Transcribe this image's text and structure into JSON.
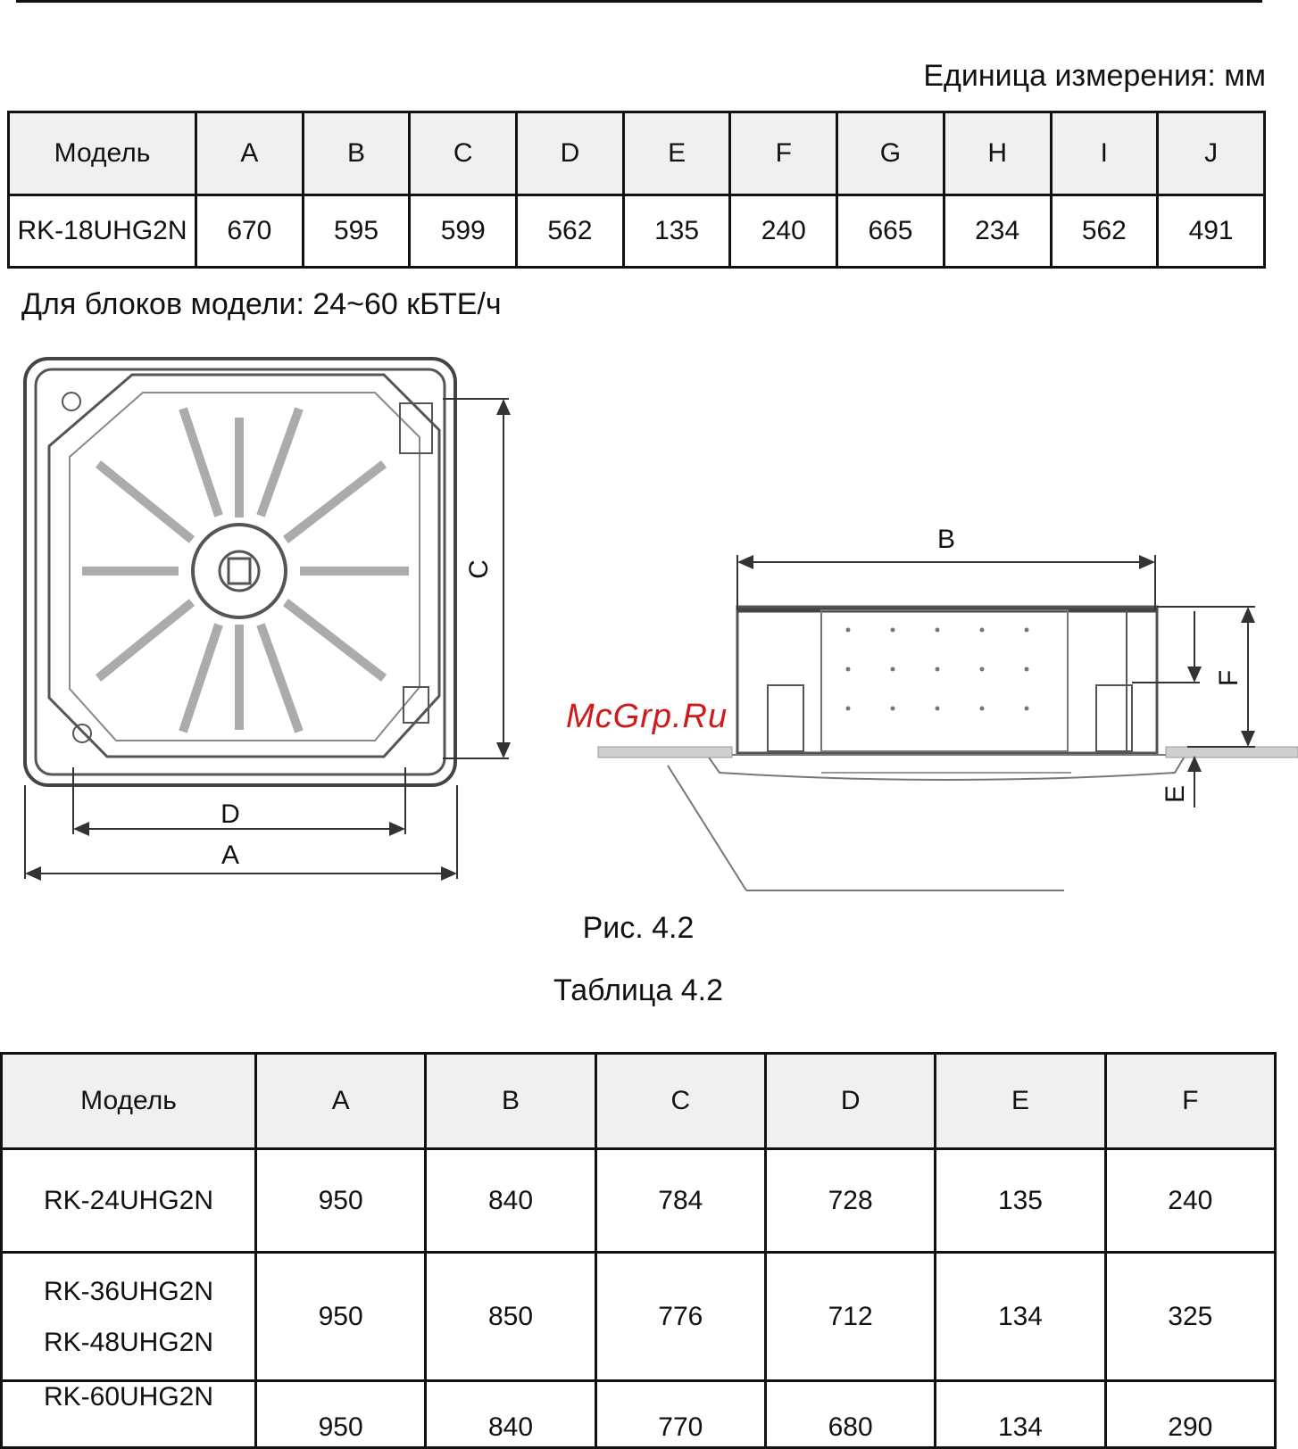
{
  "unit_label": "Единица измерения: мм",
  "table1": {
    "headers": [
      "Модель",
      "A",
      "B",
      "C",
      "D",
      "E",
      "F",
      "G",
      "H",
      "I",
      "J"
    ],
    "row": [
      "RK-18UHG2N",
      "670",
      "595",
      "599",
      "562",
      "135",
      "240",
      "665",
      "234",
      "562",
      "491"
    ]
  },
  "subheading": "Для блоков модели: 24~60 кБТЕ/ч",
  "figure": {
    "labels": {
      "A": "A",
      "B": "B",
      "C": "C",
      "D": "D",
      "E": "E",
      "F": "F"
    },
    "watermark": "McGrp.Ru",
    "caption": "Рис. 4.2"
  },
  "table2": {
    "caption": "Таблица 4.2",
    "headers": [
      "Модель",
      "A",
      "B",
      "C",
      "D",
      "E",
      "F"
    ],
    "rows": [
      {
        "models": [
          "RK-24UHG2N"
        ],
        "values": [
          "950",
          "840",
          "784",
          "728",
          "135",
          "240"
        ]
      },
      {
        "models": [
          "RK-36UHG2N",
          "RK-48UHG2N"
        ],
        "values": [
          "950",
          "850",
          "776",
          "712",
          "134",
          "325"
        ]
      },
      {
        "models": [
          "RK-60UHG2N"
        ],
        "values": [
          "950",
          "840",
          "770",
          "680",
          "134",
          "290"
        ]
      }
    ]
  }
}
